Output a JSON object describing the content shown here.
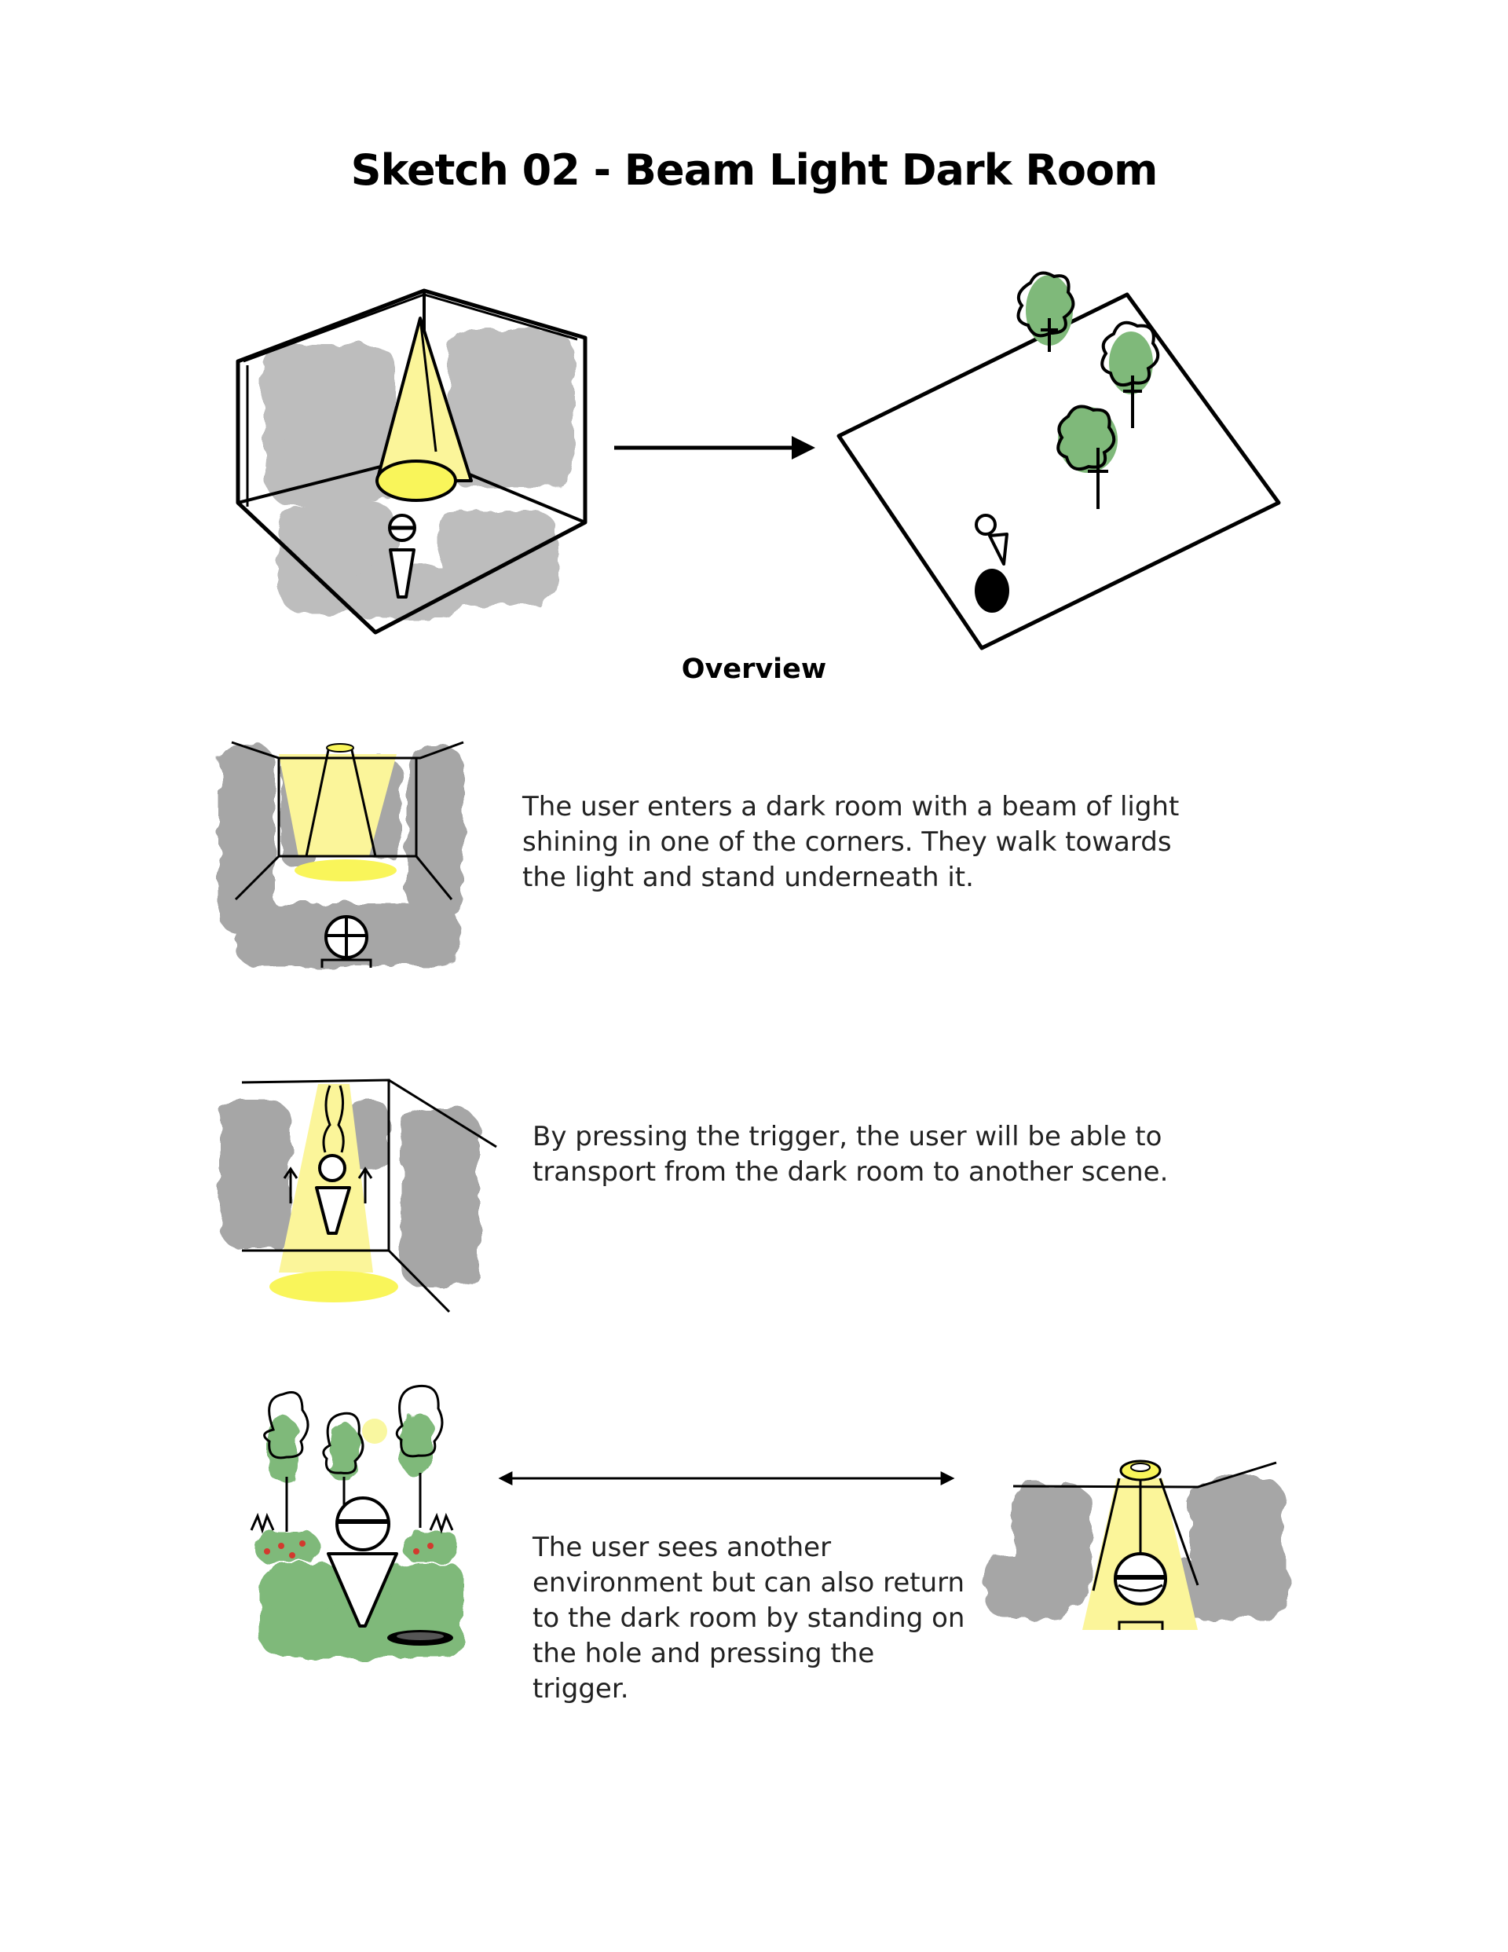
{
  "document": {
    "title": "Sketch 02 - Beam Light Dark Room",
    "overview_label": "Overview",
    "steps": [
      {
        "text": "The user enters a dark room with a beam of light shining in one of the corners. They walk towards the light and stand underneath it."
      },
      {
        "text": "By pressing the trigger, the user will be able to transport from the dark room to another scene."
      },
      {
        "text": "The user sees another environment but can also return to the dark room by standing on the hole and pressing the trigger."
      }
    ]
  },
  "colors": {
    "wall_gray": "#bdbdbd",
    "beam_yellow": "#fbf59a",
    "light_yellow": "#f9f55a",
    "tree_green": "#7fb97a",
    "ink": "#000000",
    "flower_red": "#d23a2e"
  }
}
